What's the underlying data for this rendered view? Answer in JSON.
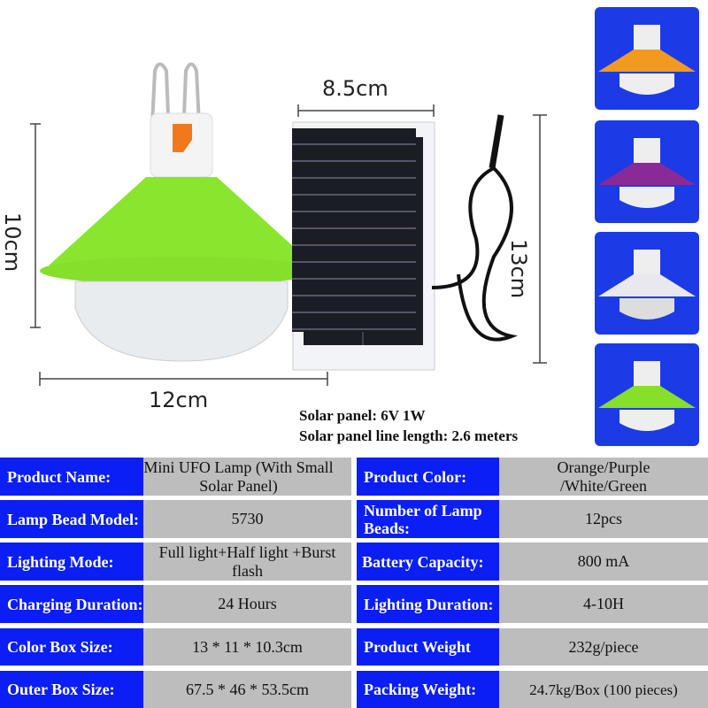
{
  "dimensions": {
    "panel_width": "8.5cm",
    "panel_height": "13cm",
    "lamp_height": "10cm",
    "lamp_width": "12cm"
  },
  "specs_note": [
    "Solar panel: 6V 1W",
    "Solar panel line length: 2.6 meters"
  ],
  "color_variants": [
    {
      "name": "orange",
      "color": "#f39a1e"
    },
    {
      "name": "purple",
      "color": "#8a2a96"
    },
    {
      "name": "white",
      "color": "#e8e8ee"
    },
    {
      "name": "green",
      "color": "#86e02a"
    }
  ],
  "table": {
    "left": [
      {
        "label": "Product Name:",
        "value": "Mini UFO Lamp (With Small Solar Panel)"
      },
      {
        "label": "Lamp Bead Model:",
        "value": "5730"
      },
      {
        "label": "Lighting Mode:",
        "value": "Full light+Half light +Burst flash"
      },
      {
        "label": "Charging Duration:",
        "value": "24 Hours"
      },
      {
        "label": "Color Box Size:",
        "value": "13 * 11 * 10.3cm"
      },
      {
        "label": "Outer Box Size:",
        "value": "67.5 * 46 * 53.5cm"
      }
    ],
    "right": [
      {
        "label": "Product Color:",
        "value": "Orange/Purple /White/Green"
      },
      {
        "label": "Number of Lamp Beads:",
        "value": "12pcs"
      },
      {
        "label": "Battery Capacity:",
        "value": "800 mA"
      },
      {
        "label": "Lighting Duration:",
        "value": "4-10H"
      },
      {
        "label": "Product Weight",
        "value": "232g/piece"
      },
      {
        "label": "Packing Weight:",
        "value": "24.7kg/Box (100 pieces)"
      }
    ]
  }
}
